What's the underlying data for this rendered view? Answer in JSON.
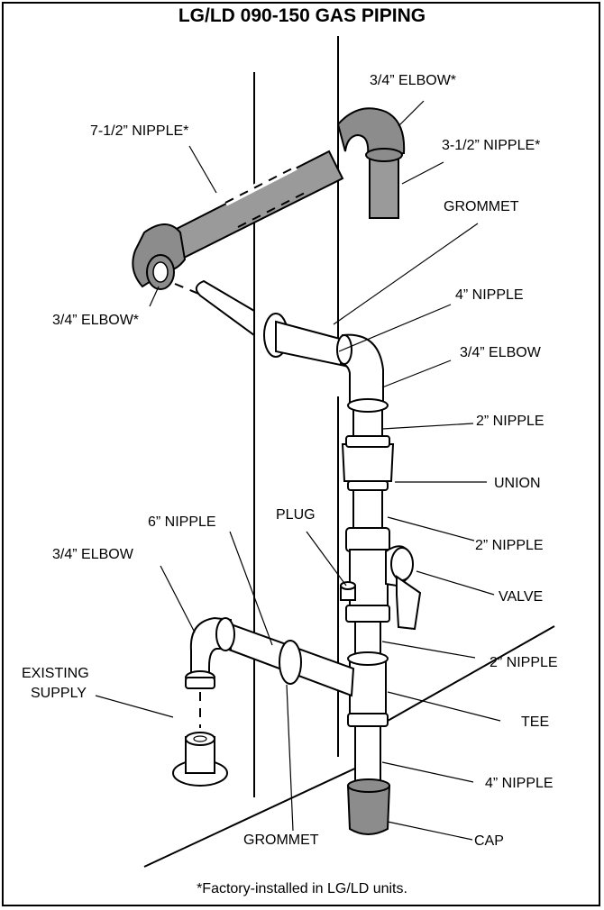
{
  "title": "LG/LD 090-150 GAS PIPING",
  "footnote": "*Factory-installed in LG/LD units.",
  "labels": {
    "elbow_top": "3/4” ELBOW*",
    "nipple_7_5": "7-1/2” NIPPLE*",
    "nipple_3_5": "3-1/2” NIPPLE*",
    "grommet_top": "GROMMET",
    "elbow_left_star": "3/4” ELBOW*",
    "nipple_4_top": "4” NIPPLE",
    "elbow_mid": "3/4” ELBOW",
    "nipple_2_a": "2” NIPPLE",
    "union": "UNION",
    "nipple_6": "6” NIPPLE",
    "plug": "PLUG",
    "elbow_supply": "3/4” ELBOW",
    "nipple_2_b": "2” NIPPLE",
    "valve": "VALVE",
    "nipple_2_c": "2” NIPPLE",
    "existing_supply_1": "EXISTING",
    "existing_supply_2": "SUPPLY",
    "tee": "TEE",
    "nipple_4_bottom": "4” NIPPLE",
    "grommet_bottom": "GROMMET",
    "cap": "CAP"
  }
}
